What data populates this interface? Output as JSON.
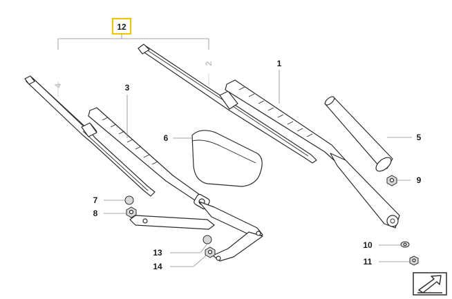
{
  "diagram": {
    "callouts": [
      {
        "id": "c12",
        "label": "12",
        "highlighted": true
      },
      {
        "id": "c1",
        "label": "1"
      },
      {
        "id": "c2",
        "label": "2",
        "dim": true
      },
      {
        "id": "c3",
        "label": "3"
      },
      {
        "id": "c4",
        "label": "4",
        "dim": true
      },
      {
        "id": "c5",
        "label": "5"
      },
      {
        "id": "c6",
        "label": "6"
      },
      {
        "id": "c7",
        "label": "7"
      },
      {
        "id": "c8",
        "label": "8"
      },
      {
        "id": "c9",
        "label": "9"
      },
      {
        "id": "c10",
        "label": "10"
      },
      {
        "id": "c11",
        "label": "11"
      },
      {
        "id": "c13",
        "label": "13"
      },
      {
        "id": "c14",
        "label": "14"
      }
    ],
    "highlight_color": "#f2c500",
    "corner_icon": "next-page-arrow-icon"
  }
}
